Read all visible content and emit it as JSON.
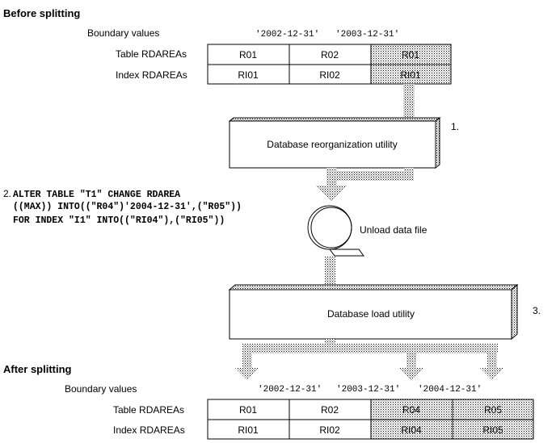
{
  "before": {
    "heading": "Before splitting",
    "boundary_label": "Boundary values",
    "boundaries": [
      "'2002-12-31'",
      "'2003-12-31'"
    ],
    "table_label": "Table RDAREAs",
    "index_label": "Index RDAREAs",
    "table_cells": [
      "R01",
      "R02",
      "R01"
    ],
    "index_cells": [
      "RI01",
      "RI02",
      "RI01"
    ]
  },
  "steps": {
    "step1_number": "1.",
    "reorg_label": "Database reorganization utility",
    "step2_number": "2.",
    "sql_line1": "ALTER TABLE \"T1\" CHANGE RDAREA",
    "sql_line2": "((MAX)) INTO((\"R04\")'2004-12-31',(\"R05\"))",
    "sql_line3": "FOR INDEX \"I1\" INTO((\"RI04\"),(\"RI05\"))",
    "unload_label": "Unload data file",
    "step3_number": "3.",
    "load_label": "Database load utility"
  },
  "after": {
    "heading": "After splitting",
    "boundary_label": "Boundary values",
    "boundaries": [
      "'2002-12-31'",
      "'2003-12-31'",
      "'2004-12-31'"
    ],
    "table_label": "Table RDAREAs",
    "index_label": "Index RDAREAs",
    "table_cells": [
      "R01",
      "R02",
      "R04",
      "R05"
    ],
    "index_cells": [
      "RI01",
      "RI02",
      "RI04",
      "RI05"
    ]
  }
}
